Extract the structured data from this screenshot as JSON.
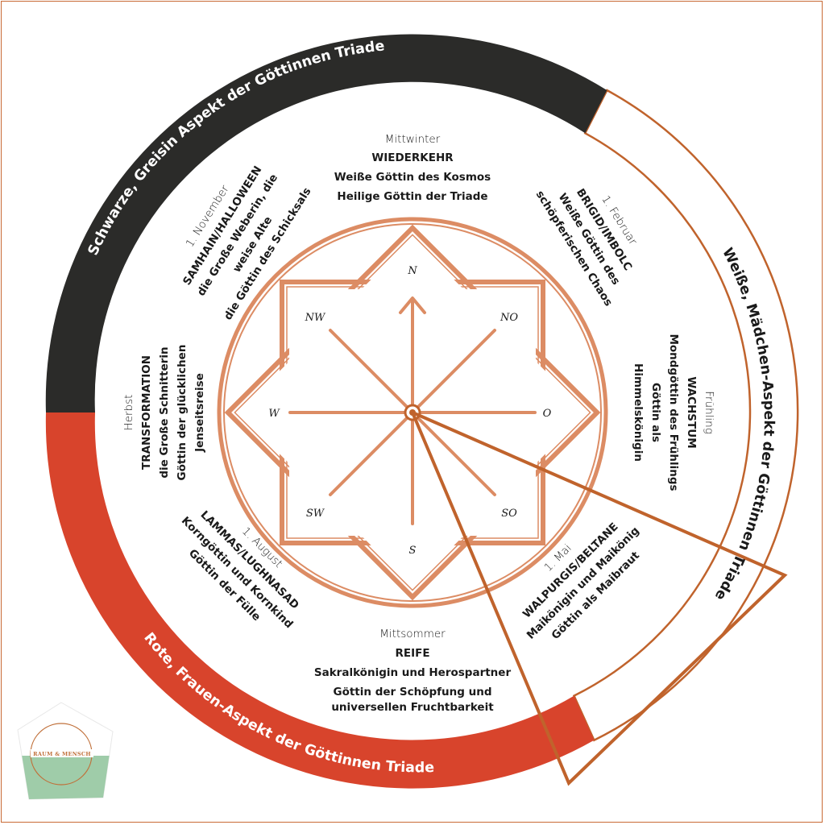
{
  "aspects": {
    "black": "Schwarze, Greisin Aspekt der Göttinnen Triade",
    "white": "Weiße, Mädchen-Aspekt der Göttinnen Triade",
    "red": "Rote, Frauen-Aspekt der Göttinnen Triade"
  },
  "festivals": {
    "midwinter": {
      "season": "Mittwinter",
      "title": "WIEDERKEHR",
      "lines": [
        "Weiße Göttin des Kosmos",
        "Heilige Göttin der Triade"
      ]
    },
    "feb": {
      "date": "1. Februar",
      "title": "BRIGID/IMBOLC",
      "lines": [
        "Weiße Göttin des",
        "schöpferischen Chaos"
      ]
    },
    "spring": {
      "season": "Frühling",
      "title": "WACHSTUM",
      "lines": [
        "Mondgöttin des Frühlings",
        "Göttin als",
        "Himmelskönigin"
      ]
    },
    "may": {
      "date": "1. Mai",
      "title": "WALPURGIS/BELTANE",
      "lines": [
        "Maikönigin und Maikönig",
        "Göttin als Maibraut"
      ]
    },
    "midsummer": {
      "season": "Mittsommer",
      "title": "REIFE",
      "lines": [
        "Sakralkönigin  und Herospartner",
        "Göttin der Schöpfung und",
        "universellen Fruchtbarkeit"
      ]
    },
    "aug": {
      "date": "1. August",
      "title": "LAMMAS/LUGHNASAD",
      "lines": [
        "Korngöttin und Kornkind",
        "Göttin der Fülle"
      ]
    },
    "autumn": {
      "season": "Herbst",
      "title": "TRANSFORMATION",
      "lines": [
        "die Große Schnitterin",
        "Göttin der glücklichen",
        "Jenseitsreise"
      ]
    },
    "nov": {
      "date": "1. November",
      "title": "SAMHAIN/HALLOWEEN",
      "lines": [
        "die Große Weberin, die",
        "weise Alte",
        "die Göttin des Schicksals"
      ]
    }
  },
  "compass": {
    "N": "N",
    "NO": "NO",
    "O": "O",
    "SO": "SO",
    "S": "S",
    "SW": "SW",
    "W": "W",
    "NW": "NW"
  },
  "logo": {
    "text": "RAUM & MENSCH"
  },
  "colors": {
    "black_band": "#2b2b29",
    "red_band": "#d8442c",
    "accent": "#c0632c",
    "compass": "#dc8c64",
    "logo_green": "#9fcca9"
  }
}
